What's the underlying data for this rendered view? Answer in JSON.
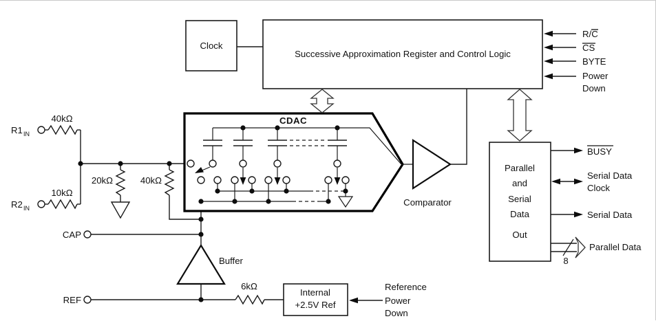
{
  "diagram": {
    "title_hint": "SAR ADC functional block diagram",
    "blocks": {
      "clock": "Clock",
      "sar": "Successive Approximation Register and Control Logic",
      "cdac": "CDAC",
      "comparator": "Comparator",
      "buffer": "Buffer",
      "internal_ref_line1": "Internal",
      "internal_ref_line2": "+2.5V Ref",
      "data_out_line1": "Parallel",
      "data_out_line2": "and",
      "data_out_line3": "Serial",
      "data_out_line4": "Data",
      "data_out_line5": "Out"
    },
    "inputs": {
      "r1_name": "R1",
      "r1_sub": "IN",
      "r1_resistor": "40kΩ",
      "r2_name": "R2",
      "r2_sub": "IN",
      "r2_resistor": "10kΩ",
      "shunt_resistor": "20kΩ",
      "series_resistor": "40kΩ",
      "cap_pin": "CAP",
      "ref_pin": "REF",
      "ref_resistor": "6kΩ"
    },
    "control_inputs": {
      "rc": "R/C",
      "cs": "CS",
      "byte": "BYTE",
      "power": "Power",
      "down": "Down"
    },
    "ref_power_down": {
      "line1": "Reference",
      "line2": "Power",
      "line3": "Down"
    },
    "outputs": {
      "busy": "BUSY",
      "serial_clock_line1": "Serial Data",
      "serial_clock_line2": "Clock",
      "serial_data": "Serial Data",
      "parallel_data": "Parallel Data",
      "bus_width": "8"
    },
    "colors": {
      "line": "#1a1a1a",
      "background": "#ffffff"
    }
  }
}
